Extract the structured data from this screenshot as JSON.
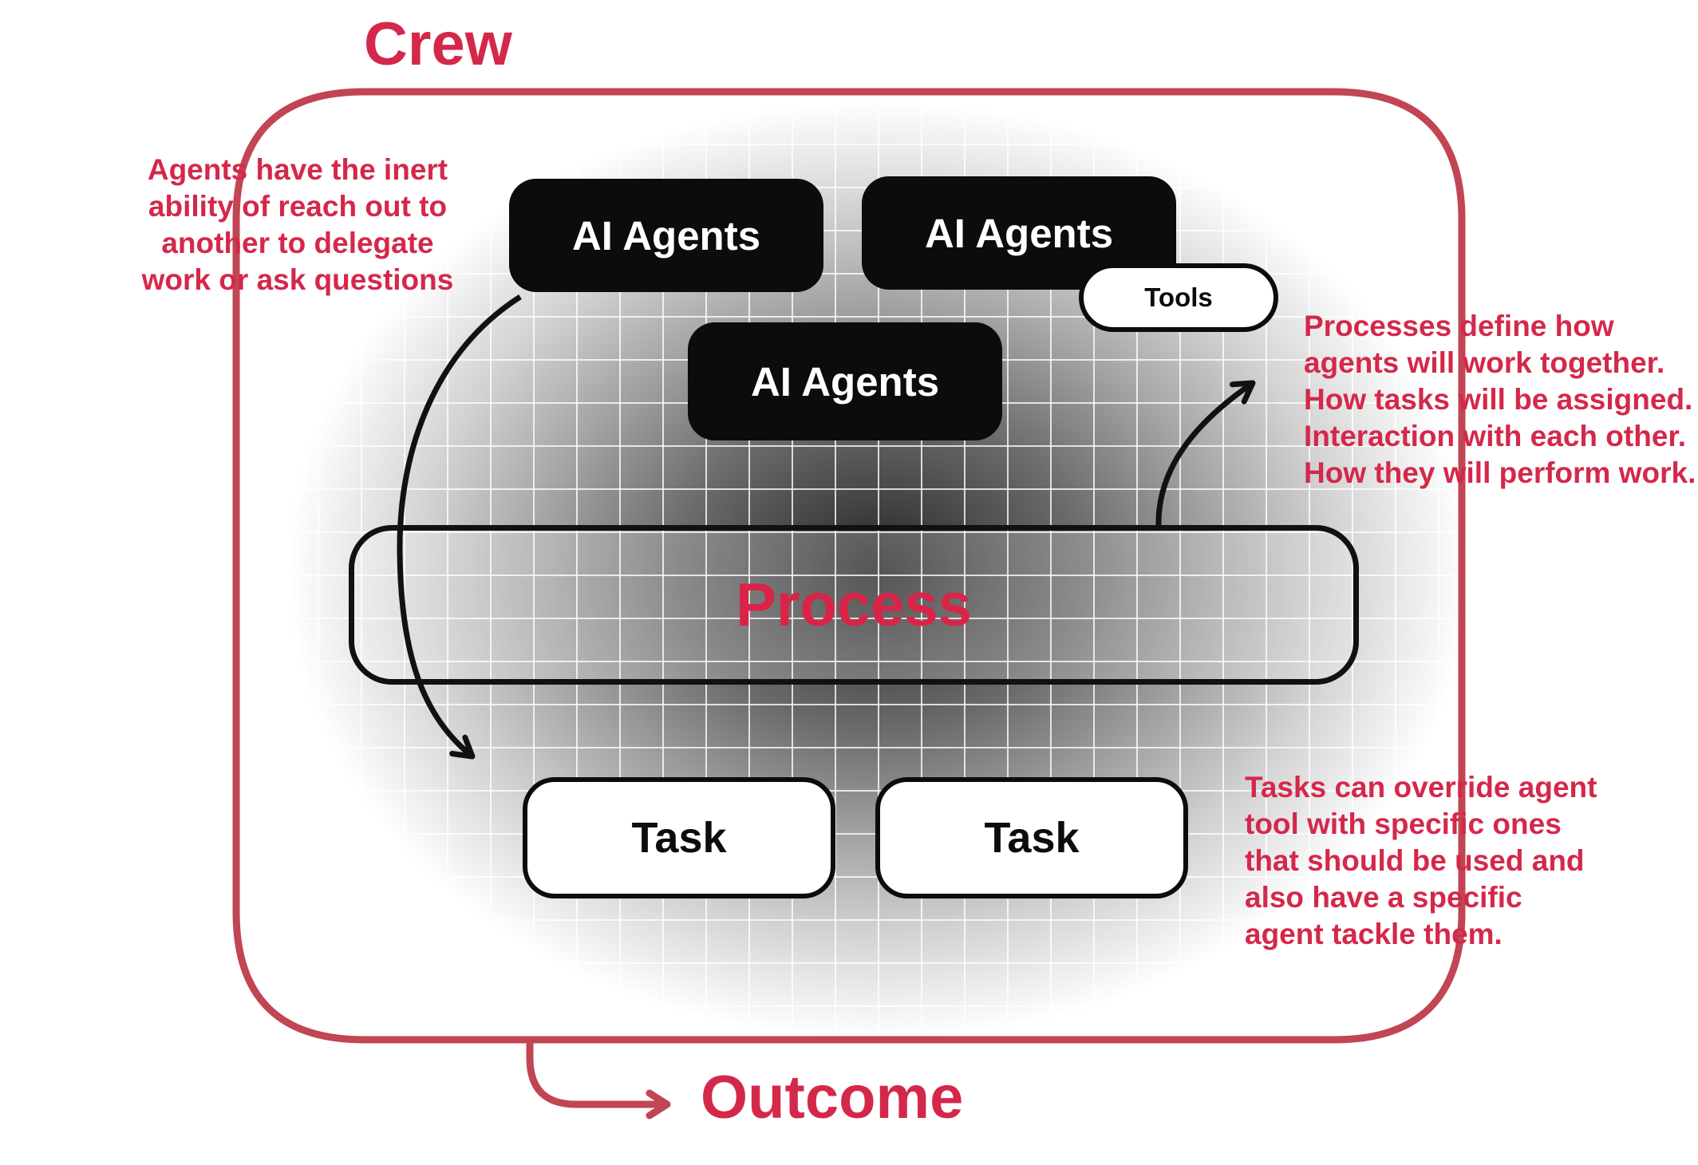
{
  "title": "Crew",
  "outcome_label": "Outcome",
  "nodes": {
    "ai_agents_1": "AI Agents",
    "ai_agents_2": "AI Agents",
    "ai_agents_3": "AI Agents",
    "tools": "Tools",
    "process": "Process",
    "task_1": "Task",
    "task_2": "Task"
  },
  "annotations": {
    "left": {
      "lines": [
        "Agents have the inert",
        "ability of reach out to",
        "another to delegate",
        "work or ask questions"
      ]
    },
    "right_top": {
      "lines": [
        "Processes define how",
        "agents will work together.",
        "How tasks will be assigned.",
        "Interaction with each other.",
        "How they will perform work."
      ]
    },
    "right_bottom": {
      "lines": [
        "Tasks can override agent",
        "tool with specific ones",
        "that should be used and",
        "also have a specific",
        "agent tackle them."
      ]
    }
  },
  "colors": {
    "accent_red": "#d4284a",
    "border_red": "#c14552",
    "box_black": "#0c0c0c",
    "box_white": "#ffffff",
    "gradient_center": "#262626"
  }
}
